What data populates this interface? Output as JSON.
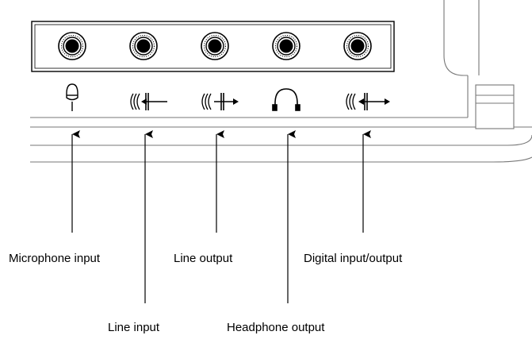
{
  "diagram": {
    "jacks": [
      {
        "id": "microphone-input",
        "icon": "microphone-icon",
        "label": "Microphone input"
      },
      {
        "id": "line-input",
        "icon": "line-input-icon",
        "label": "Line input"
      },
      {
        "id": "line-output",
        "icon": "line-output-icon",
        "label": "Line output"
      },
      {
        "id": "headphone-output",
        "icon": "headphone-icon",
        "label": "Headphone output"
      },
      {
        "id": "digital-io",
        "icon": "digital-io-icon",
        "label": "Digital input/output"
      }
    ]
  }
}
